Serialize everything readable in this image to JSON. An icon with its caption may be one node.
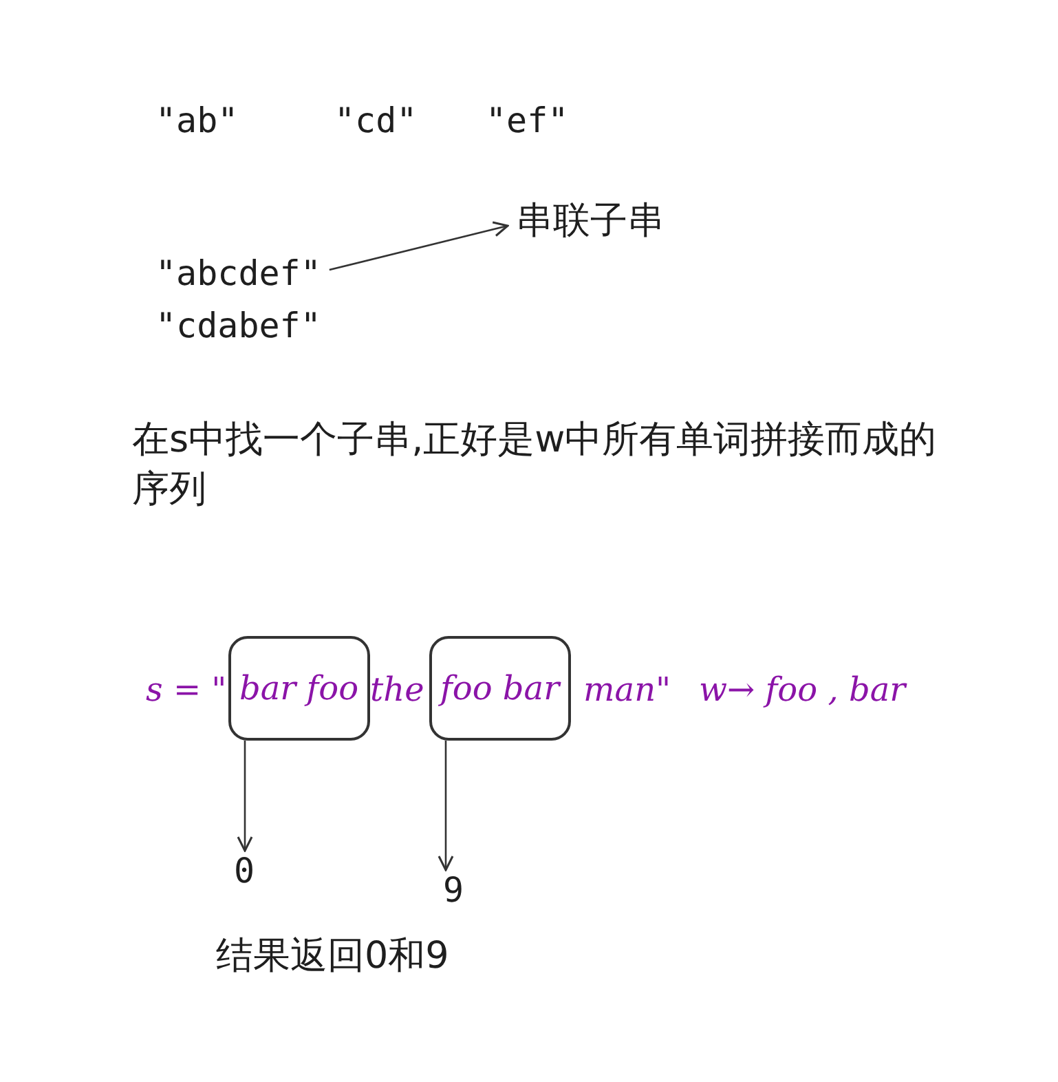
{
  "diagram": {
    "nodes": [
      {
        "text": [
          "\"abcdef\""
        ]
      },
      {
        "text": [
          "串联子串"
        ]
      },
      {
        "text": [
          "bar foo"
        ]
      },
      {
        "text": [
          "foo bar"
        ]
      },
      {
        "text": [
          "0"
        ]
      },
      {
        "text": [
          "9"
        ]
      }
    ],
    "edges": [
      {
        "from": 0,
        "to": 1,
        "arrow": "to"
      },
      {
        "from": 2,
        "to": 4,
        "arrow": "to"
      },
      {
        "from": 3,
        "to": 5,
        "arrow": "to"
      }
    ],
    "labels": [
      "\"ab\"",
      "\"cd\"",
      "\"ef\"",
      "\"cdabef\"",
      "在s中找一个子串,正好是w中所有单词拼接而成的序列",
      "s = \"",
      "the",
      "man\"",
      "w→ foo , bar",
      "结果返回0和9"
    ]
  }
}
